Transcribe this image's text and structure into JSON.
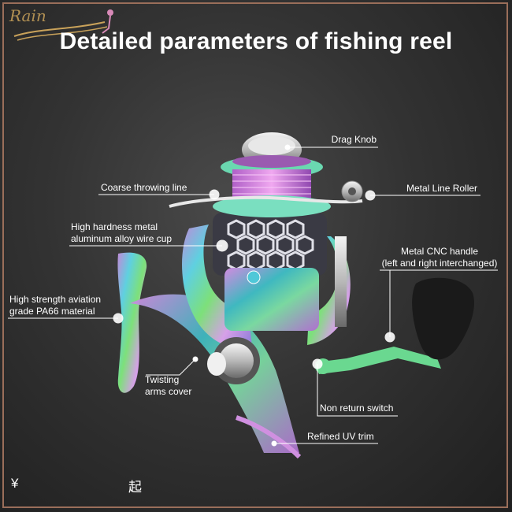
{
  "title": "Detailed parameters of fishing reel",
  "logo_text": "Rain",
  "labels": {
    "drag_knob": "Drag Knob",
    "coarse_line": "Coarse throwing line",
    "metal_roller": "Metal Line Roller",
    "wire_cup_1": "High hardness metal",
    "wire_cup_2": "aluminum alloy wire cup",
    "cnc_1": "Metal CNC handle",
    "cnc_2": "(left and right interchanged)",
    "aviation_1": "High strength aviation",
    "aviation_2": "grade PA66 material",
    "twisting_1": "Twisting",
    "twisting_2": "arms cover",
    "non_return": "Non return switch",
    "uv_trim": "Refined UV trim"
  },
  "footer": {
    "left": "¥",
    "right": "起"
  },
  "colors": {
    "background": "#333333",
    "text": "#ffffff",
    "border": "#9a6e5a",
    "logo": "#c9a25a"
  }
}
